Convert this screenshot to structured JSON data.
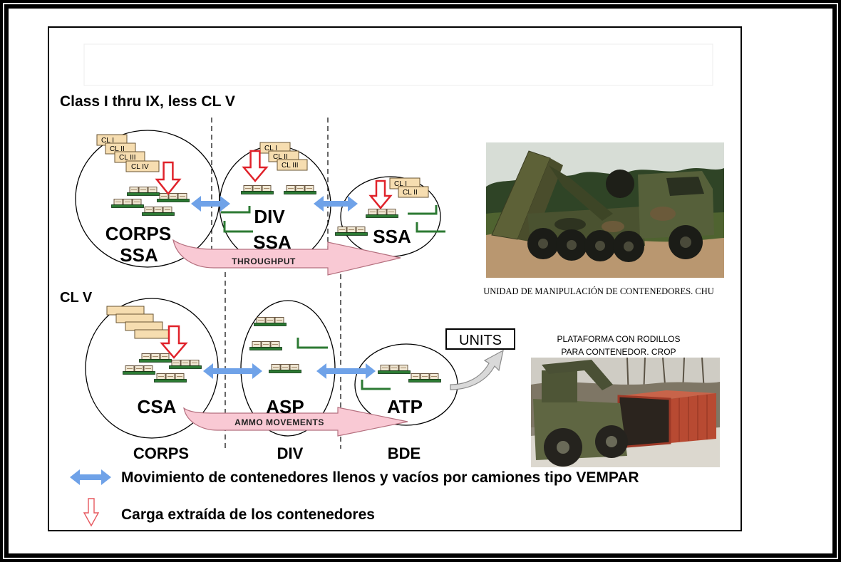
{
  "diagram": {
    "top_section": {
      "heading": "Class I thru IX, less CL V",
      "corps_ssa": {
        "name_line1": "CORPS",
        "name_line2": "SSA",
        "supply_boxes": [
          "CL I",
          "CL II",
          "CL III",
          "CL IV"
        ]
      },
      "div_ssa": {
        "name_line1": "DIV",
        "name_line2": "SSA",
        "supply_boxes": [
          "CL I",
          "CL II",
          "CL III"
        ]
      },
      "bde_ssa": {
        "name": "SSA",
        "supply_boxes": [
          "CL I",
          "CL II"
        ]
      },
      "flow_arrow_label": "THROUGHPUT"
    },
    "bottom_section": {
      "heading": "CL V",
      "corps_node": "CSA",
      "div_node": "ASP",
      "bde_node": "ATP",
      "destination": "UNITS",
      "flow_arrow_label": "AMMO MOVEMENTS",
      "echelon_labels": [
        "CORPS",
        "DIV",
        "BDE"
      ]
    }
  },
  "photos": {
    "chu": {
      "caption": "UNIDAD DE MANIPULACIÓN DE CONTENEDORES. CHU"
    },
    "crop": {
      "caption_lines": [
        "PLATAFORMA CON RODILLOS",
        "PARA CONTENEDOR. CROP"
      ]
    }
  },
  "legend": [
    {
      "icon": "double-headed-arrow-icon",
      "text": "Movimiento de contenedores llenos y vacíos por camiones tipo VEMPAR"
    },
    {
      "icon": "hollow-down-arrow-icon",
      "text": "Carga extraída de los contenedores"
    }
  ],
  "icons": {
    "transfer": "double-headed-arrow-icon",
    "unload": "hollow-down-arrow-icon",
    "pallet": "loaded-pallet-icon",
    "flat_rack": "empty-flat-rack-icon",
    "flow": "flow-arrow-icon"
  },
  "colors": {
    "transfer": "#6fa2e8",
    "unload": "#e0222a",
    "flow": "#f9c9d4",
    "cl": "#f6ddb0",
    "pallet": "#2c7a33"
  }
}
